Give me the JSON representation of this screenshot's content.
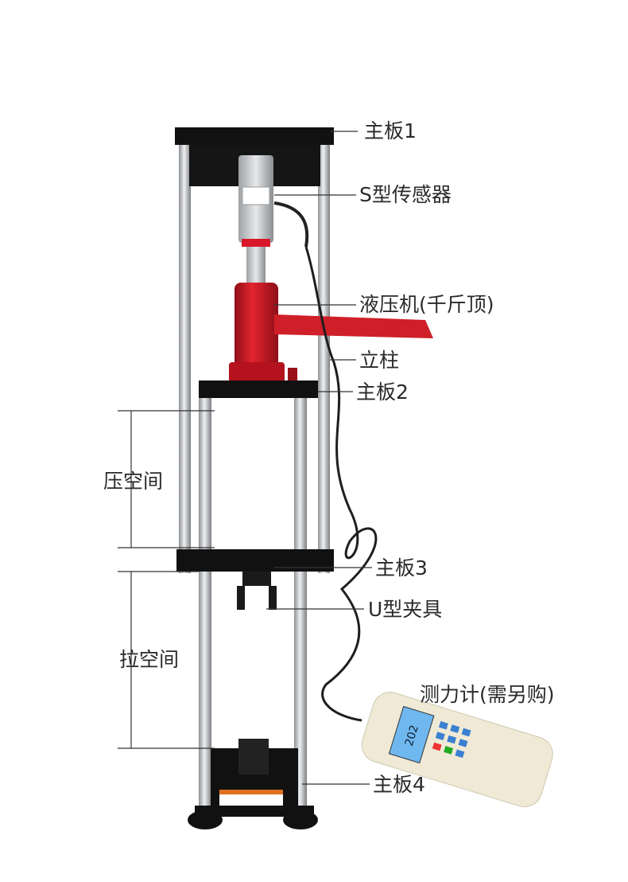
{
  "labels": {
    "plate1": "主板1",
    "sensor": "S型传感器",
    "jack": "液压机(千斤顶)",
    "column": "立柱",
    "plate2": "主板2",
    "compression_space": "压空间",
    "plate3": "主板3",
    "u_clamp": "U型夹具",
    "tension_space": "拉空间",
    "gauge": "测力计(需另购)",
    "plate4": "主板4"
  },
  "gauge_display": "202",
  "colors": {
    "plate": "#111111",
    "column": "#c8cacc",
    "jack": "#d8182a",
    "gauge_body": "#efe9d6",
    "screen": "#6fb7ef",
    "text": "#2a2a2a"
  }
}
